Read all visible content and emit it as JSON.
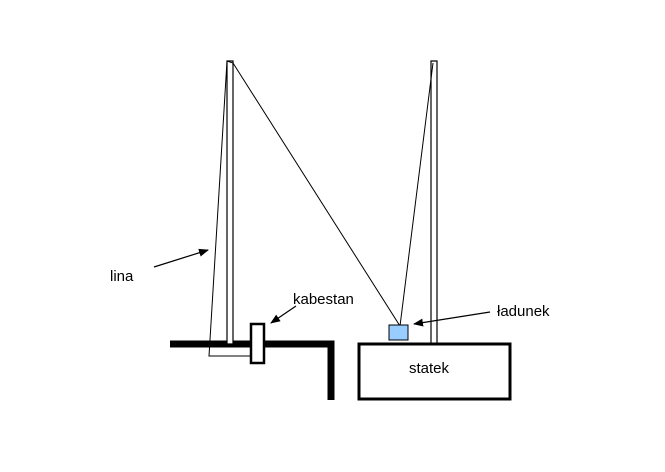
{
  "labels": {
    "rope": "lina",
    "capstan": "kabestan",
    "cargo": "ładunek",
    "ship": "statek"
  },
  "colors": {
    "stroke": "#000000",
    "cargo_fill": "#99ccff",
    "background": "#ffffff"
  }
}
